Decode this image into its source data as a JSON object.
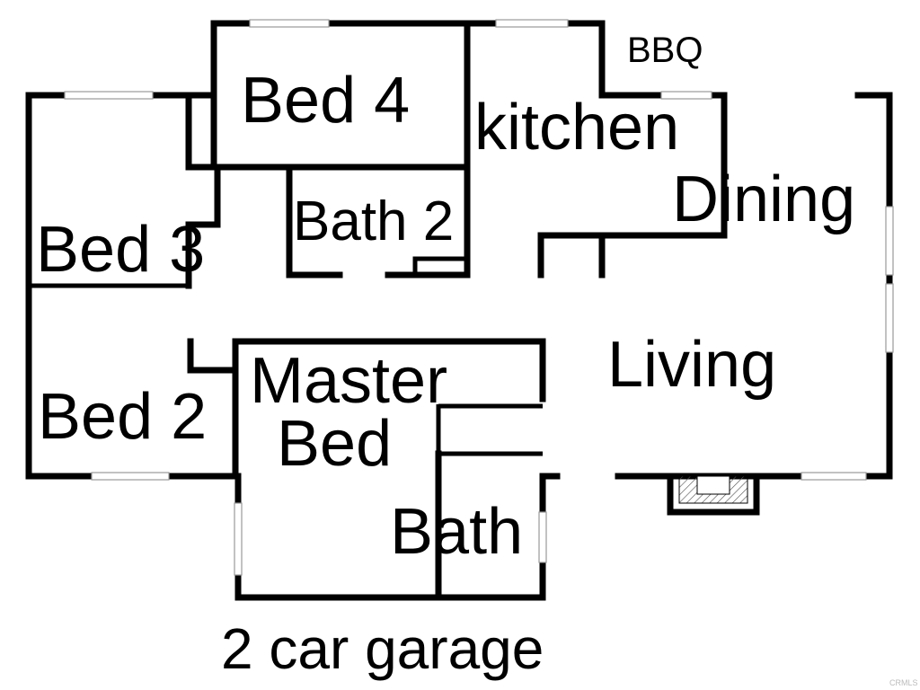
{
  "rooms": {
    "bed4": "Bed 4",
    "kitchen": "kitchen",
    "bbq": "BBQ",
    "dining": "Dining",
    "bath2": "Bath 2",
    "bed3": "Bed 3",
    "living": "Living",
    "master_line1": "Master",
    "master_line2": "Bed",
    "bed2": "Bed 2",
    "bath": "Bath",
    "garage": "2 car garage"
  },
  "watermark": "CRMLS"
}
